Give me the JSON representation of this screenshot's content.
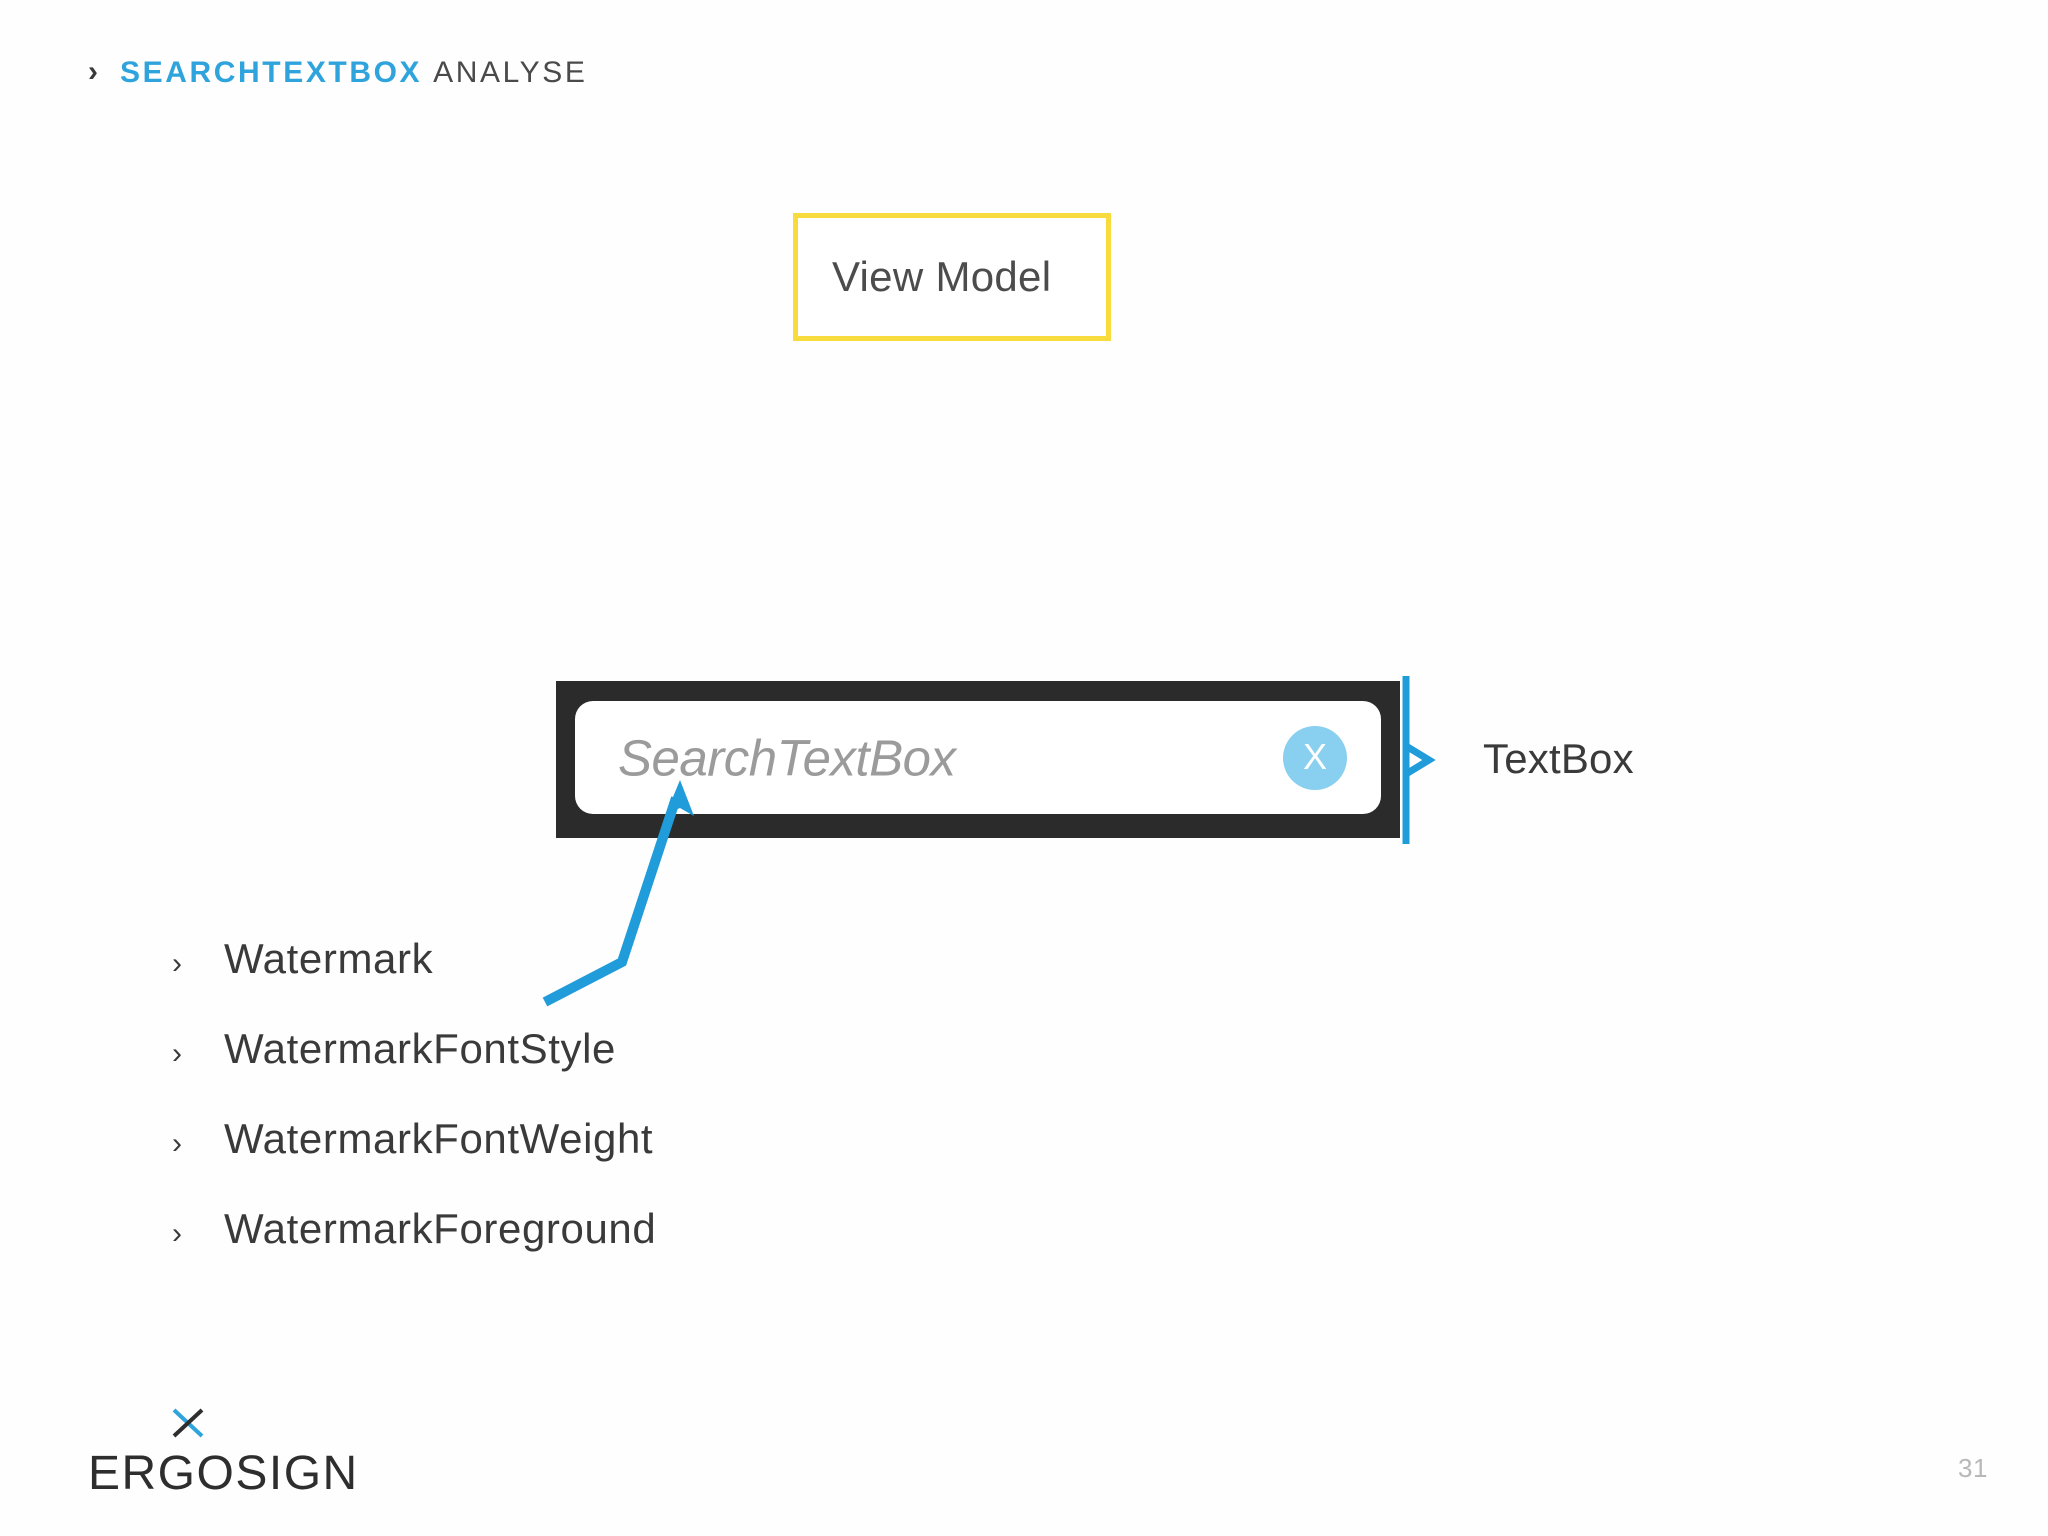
{
  "header": {
    "chevron": "›",
    "title_strong": "SEARCHTEXTBOX",
    "title_light": "ANALYSE"
  },
  "viewmodel": {
    "label": "View Model",
    "border_color": "#F8DB3C"
  },
  "searchbox": {
    "watermark": "SearchTextBox",
    "clear_label": "X",
    "frame_color": "#2B2B2B",
    "clear_button_color": "#89CFEF",
    "watermark_color": "#9b9b9b"
  },
  "annotations": {
    "textbox_label": "TextBox",
    "accent_color": "#1F9CD9"
  },
  "properties": {
    "bullet": "›",
    "items": [
      {
        "label": "Watermark"
      },
      {
        "label": "WatermarkFontStyle"
      },
      {
        "label": "WatermarkFontWeight"
      },
      {
        "label": "WatermarkForeground"
      }
    ]
  },
  "footer": {
    "brand": "ERGOSIGN",
    "page_number": "31",
    "brand_accent_color": "#2FA3DC"
  }
}
